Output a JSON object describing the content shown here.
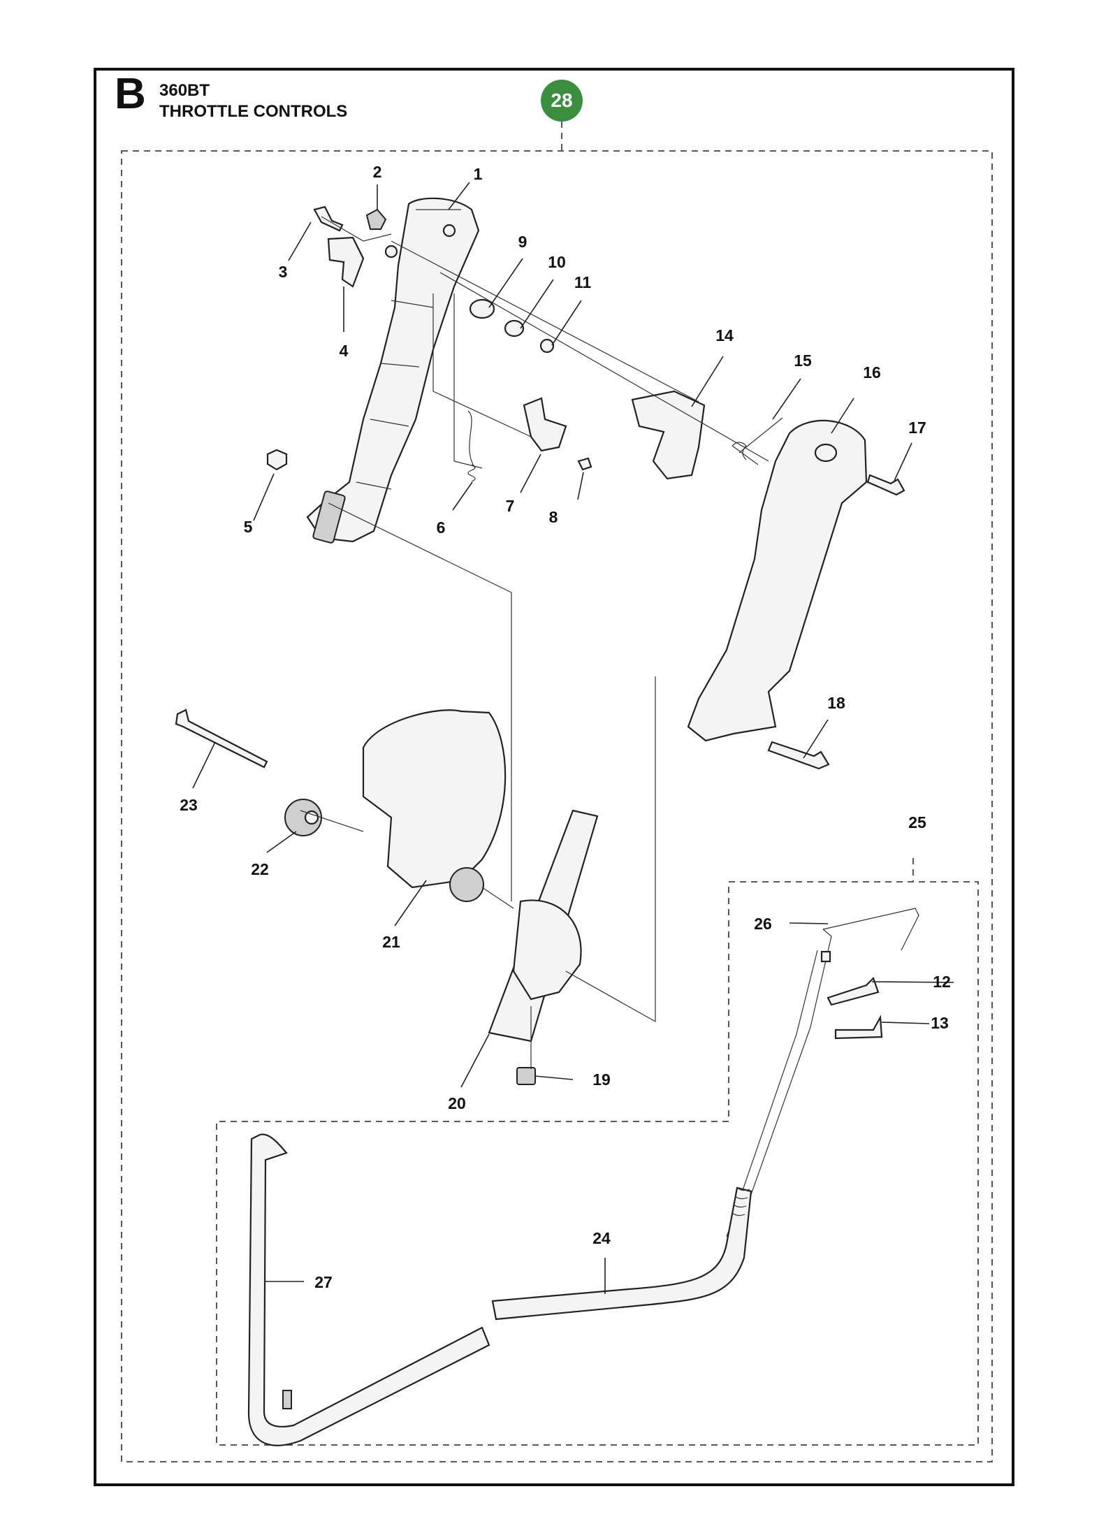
{
  "header": {
    "section_letter": "B",
    "model": "360BT",
    "title": "THROTTLE CONTROLS",
    "page_badge": "28",
    "badge_color": "#3a8f3f"
  },
  "callouts": {
    "c1": "1",
    "c2": "2",
    "c3": "3",
    "c4": "4",
    "c5": "5",
    "c6": "6",
    "c7": "7",
    "c8": "8",
    "c9": "9",
    "c10": "10",
    "c11": "11",
    "c12": "12",
    "c13": "13",
    "c14": "14",
    "c15": "15",
    "c16": "16",
    "c17": "17",
    "c18": "18",
    "c19": "19",
    "c20": "20",
    "c21": "21",
    "c22": "22",
    "c23": "23",
    "c24": "24",
    "c25": "25",
    "c26": "26",
    "c27": "27"
  }
}
